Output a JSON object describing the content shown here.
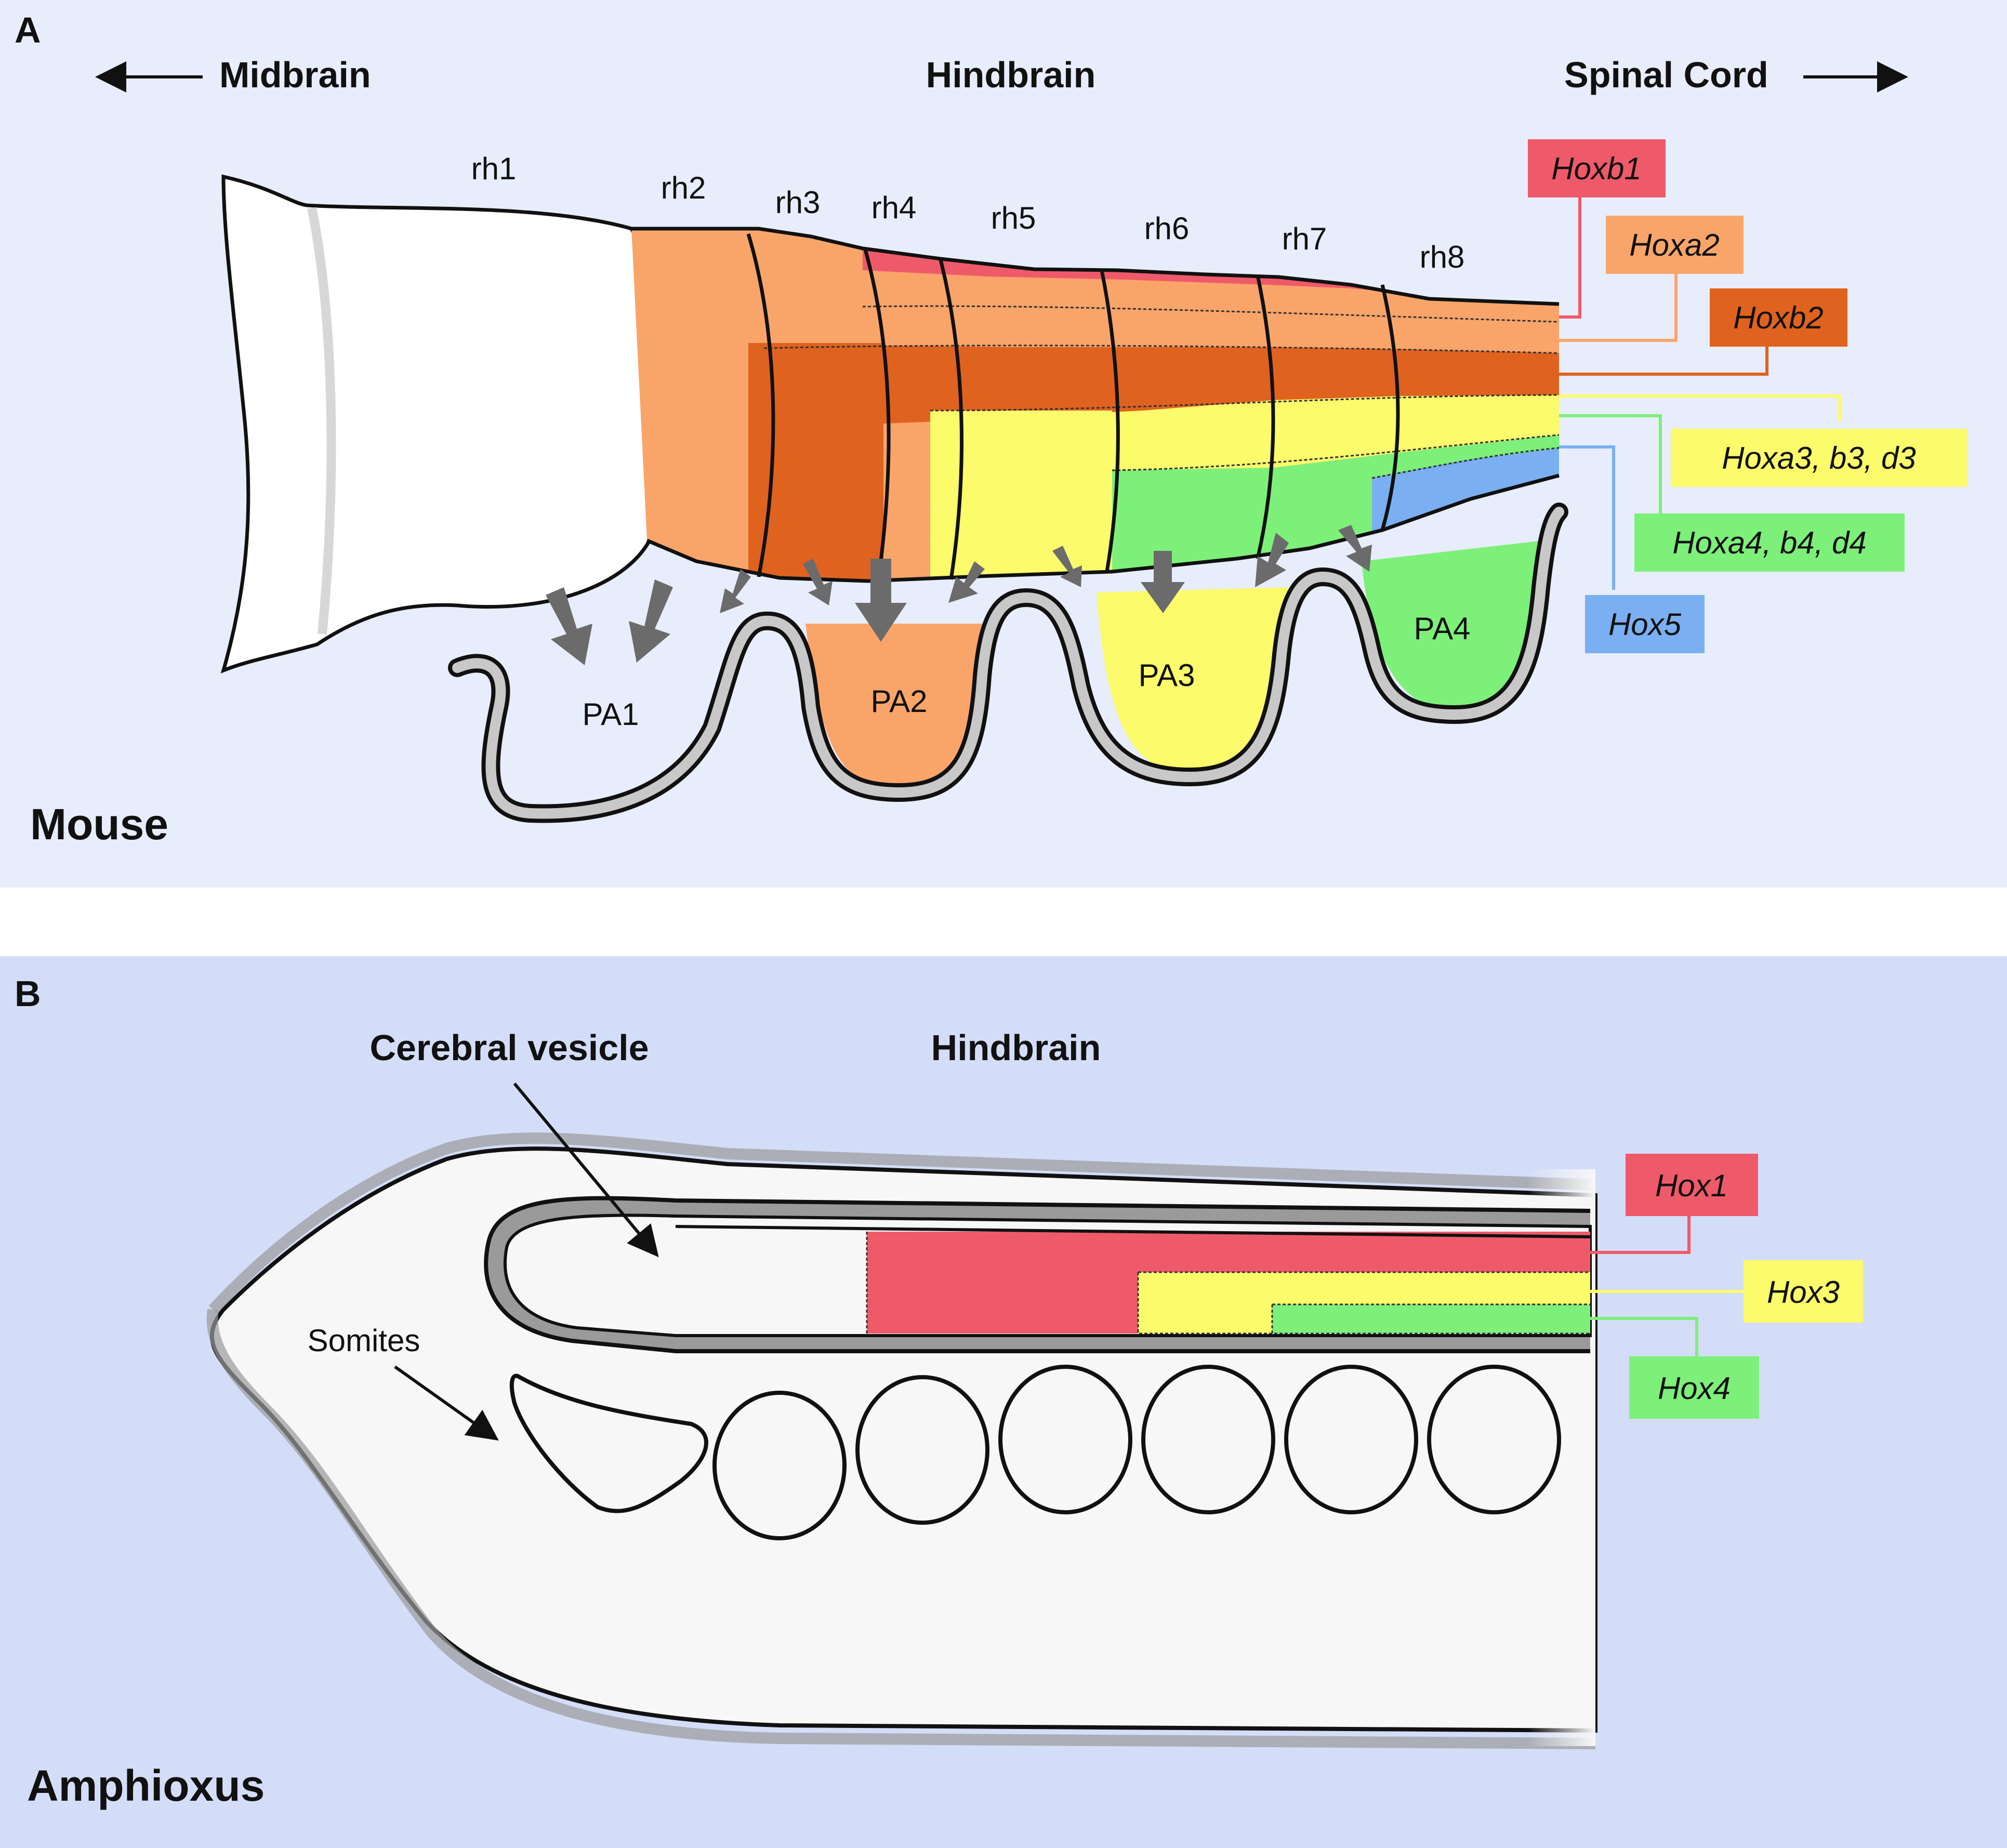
{
  "panel_a": {
    "letter": "A",
    "organism": "Mouse",
    "header_left": "Midbrain",
    "header_center": "Hindbrain",
    "header_right": "Spinal Cord",
    "rhombomeres": [
      "rh1",
      "rh2",
      "rh3",
      "rh4",
      "rh5",
      "rh6",
      "rh7",
      "rh8"
    ],
    "arches": [
      "PA1",
      "PA2",
      "PA3",
      "PA4"
    ],
    "genes": [
      {
        "label": "Hoxb1",
        "color": "#ef5a6a"
      },
      {
        "label": "Hoxa2",
        "color": "#f9a56a"
      },
      {
        "label": "Hoxb2",
        "color": "#e0621f"
      },
      {
        "label": "Hoxa3, b3, d3",
        "color": "#fbfb6b"
      },
      {
        "label": "Hoxa4, b4, d4",
        "color": "#7df07a"
      },
      {
        "label": "Hox5",
        "color": "#7ab0f2"
      }
    ]
  },
  "panel_b": {
    "letter": "B",
    "organism": "Amphioxus",
    "header_center": "Hindbrain",
    "callout_vesicle": "Cerebral vesicle",
    "callout_somites": "Somites",
    "genes": [
      {
        "label": "Hox1",
        "color": "#ef5a6a"
      },
      {
        "label": "Hox3",
        "color": "#fbfb6b"
      },
      {
        "label": "Hox4",
        "color": "#7df07a"
      }
    ]
  }
}
